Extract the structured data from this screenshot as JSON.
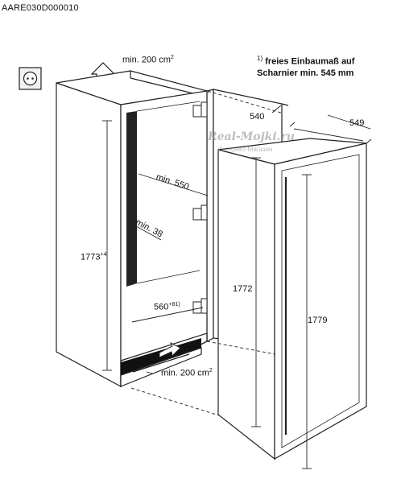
{
  "header": {
    "code": "AARE030D000010"
  },
  "note": {
    "marker": "1)",
    "line1": "freies Einbaumaß auf",
    "line2": "Scharnier min. 545 mm"
  },
  "labels": {
    "vent_top": "min. 200 cm",
    "vent_top_sup": "2",
    "depth_540": "540",
    "depth_549": "549",
    "min_550": "min. 550",
    "min_38": "min. 38",
    "height_niche": "1773",
    "height_niche_sup": "+4",
    "height_1772": "1772",
    "height_1779": "1779",
    "width_560": "560",
    "width_560_sup": "+8",
    "width_560_note": "1)",
    "vent_bottom": "min. 200 cm",
    "vent_bottom_sup": "2"
  },
  "watermark": {
    "brand": "Real-Mojki.ru",
    "sub": "Интернет-Магазин"
  },
  "icons": [
    "power-socket-icon",
    "air-flow-up-arrow-icon",
    "air-flow-bottom-arrow-icon",
    "hinge-icon"
  ]
}
